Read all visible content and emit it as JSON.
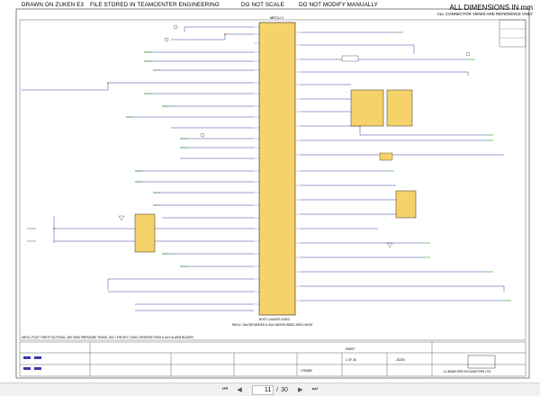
{
  "header": {
    "drawn": "DRAWN ON ZUKEN E3",
    "stored": "FILE STORED IN TEAMCENTER ENGINEERING",
    "no_scale": "DO NOT SCALE",
    "no_modify": "DO NOT MODIFY MANUALLY",
    "dimensions": "ALL DIMENSIONS IN mm",
    "connector_note": "ALL CONNECTOR VIEWS ARE REFERENCE ONLY"
  },
  "schematic": {
    "ecu_label": "MECU 1",
    "ecu_bottom_1": "BOOT LOADER 4 0003",
    "ecu_bottom_2": "MECU: 16A GROUNDED & 40A UNGROUNDED 2MCU 3A/4H",
    "bottom_note": "MECU, FOOT THROTTLE PEDAL, AIR TANK PRESSURE TRANS, ISO 1 F/M SKY CONN, REVERSE FEED & AUX ALARM BUZZER",
    "title_company": "J.C.BAMFORD EXCAVATORS LTD",
    "title_model": "JS200",
    "sheet_label": "SHEET",
    "sheet_value": "1 OF 36",
    "drawing_number": "LP50680"
  },
  "navbar": {
    "current_page": "11",
    "total_pages": "30",
    "separator": "/"
  },
  "colors": {
    "wire_blue": "#3a3aa8",
    "wire_green": "#2e9a2e",
    "ecu_fill": "#f6d26a",
    "box_fill": "#f6d26a",
    "red": "#d22"
  }
}
